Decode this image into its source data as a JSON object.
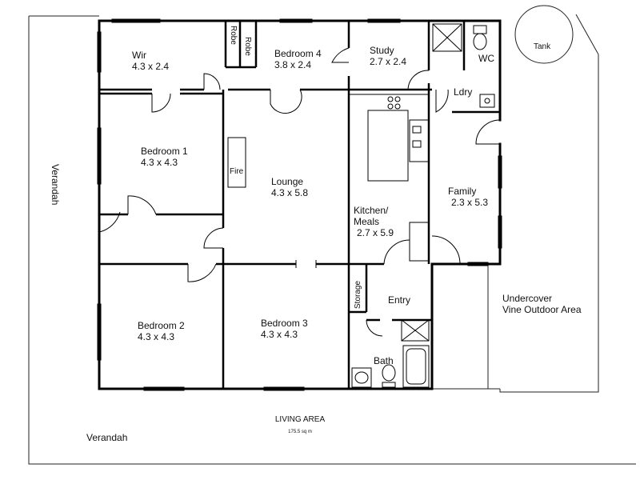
{
  "plan": {
    "rooms": {
      "wir": {
        "name": "Wir",
        "dims": "4.3 x 2.4"
      },
      "bedroom4": {
        "name": "Bedroom 4",
        "dims": "3.8 x 2.4"
      },
      "study": {
        "name": "Study",
        "dims": "2.7 x 2.4"
      },
      "ldry": {
        "name": "Ldry"
      },
      "wc": {
        "name": "WC"
      },
      "bedroom1": {
        "name": "Bedroom 1",
        "dims": "4.3 x 4.3"
      },
      "lounge": {
        "name": "Lounge",
        "dims": "4.3 x 5.8"
      },
      "kitchen": {
        "name": "Kitchen/\nMeals",
        "dims": "2.7 x 5.9"
      },
      "family": {
        "name": "Family",
        "dims": "2.3 x 5.3"
      },
      "bedroom2": {
        "name": "Bedroom 2",
        "dims": "4.3 x 4.3"
      },
      "bedroom3": {
        "name": "Bedroom 3",
        "dims": "4.3 x 4.3"
      },
      "entry": {
        "name": "Entry"
      },
      "bath": {
        "name": "Bath"
      }
    },
    "labels": {
      "robe1": "Robe",
      "robe2": "Robe",
      "fire": "Fire",
      "storage": "Storage",
      "tank": "Tank",
      "verandah_left": "Verandah",
      "verandah_bottom": "Verandah",
      "outdoor_line1": "Undercover",
      "outdoor_line2": "Vine Outdoor Area",
      "living_area": "LIVING AREA",
      "living_area_size": "175.5 sq m"
    }
  }
}
